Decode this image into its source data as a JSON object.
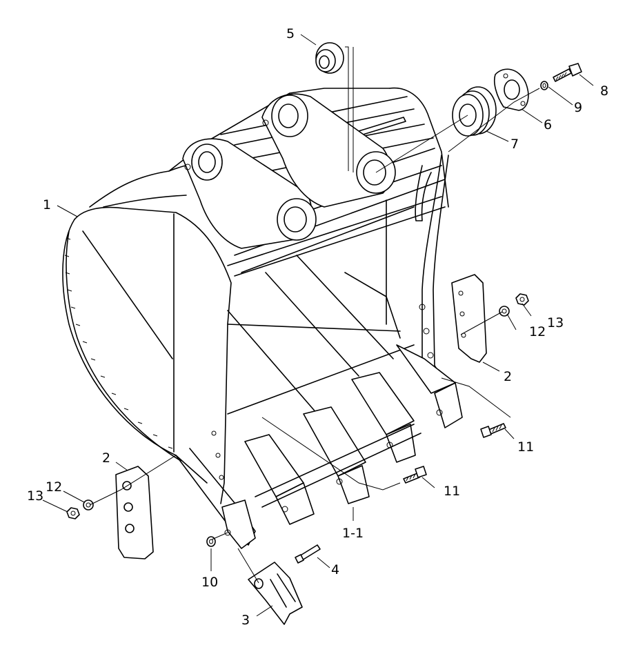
{
  "diagram": {
    "callouts": {
      "c1": "1",
      "c1_1": "1-1",
      "c2a": "2",
      "c2b": "2",
      "c3": "3",
      "c4": "4",
      "c5": "5",
      "c6": "6",
      "c7": "7",
      "c8": "8",
      "c9": "9",
      "c10": "10",
      "c11a": "11",
      "c11b": "11",
      "c12a": "12",
      "c12b": "12",
      "c13a": "13",
      "c13b": "13"
    }
  }
}
